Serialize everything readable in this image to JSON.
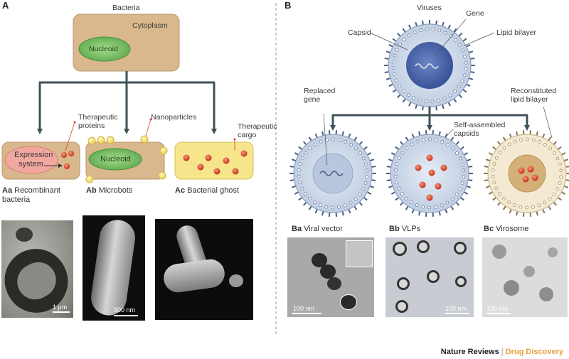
{
  "panelA": {
    "letter": "A",
    "bacteria": "Bacteria",
    "cytoplasm": "Cytoplasm",
    "nucleoid": "Nucleoid",
    "therapeutic_proteins": "Therapeutic\nproteins",
    "nanoparticles": "Nanoparticles",
    "therapeutic_cargo": "Therapeutic\ncargo",
    "expression": "Expression",
    "system": "system",
    "nucleoid_b": "Nucleoid",
    "cap_aa_tag": "Aa",
    "cap_aa_text": "Recombinant",
    "cap_aa_text2": "bacteria",
    "cap_ab_tag": "Ab",
    "cap_ab_text": "Microbots",
    "cap_ac_tag": "Ac",
    "cap_ac_text": "Bacterial ghost",
    "scale_aa": "1 µm",
    "scale_ab": "500 nm"
  },
  "panelB": {
    "letter": "B",
    "viruses": "Viruses",
    "gene": "Gene",
    "capsid": "Capsid",
    "lipid_bilayer": "Lipid bilayer",
    "replaced_gene": "Replaced\ngene",
    "self_assembled": "Self-assembled\ncapsids",
    "reconstituted": "Reconstituted\nlipid bilayer",
    "cap_ba_tag": "Ba",
    "cap_ba_text": "Viral vector",
    "cap_bb_tag": "Bb",
    "cap_bb_text": "VLPs",
    "cap_bc_tag": "Bc",
    "cap_bc_text": "Virosome",
    "scale_ba": "100 nm",
    "scale_bb": "100 nm",
    "scale_bc": "100 nm"
  },
  "footer": {
    "journal": "Nature Reviews",
    "separator": "|",
    "section": "Drug Discovery"
  },
  "colors": {
    "cell_tan": "#d8b88c",
    "nucleoid_green": "#7cc467",
    "arrow_gray": "#3f5159",
    "cargo_red": "#d8442a",
    "ghost_yellow": "#f6e58a",
    "virus_blue": "#c9d6e8",
    "brand_orange": "#e8a03a"
  }
}
